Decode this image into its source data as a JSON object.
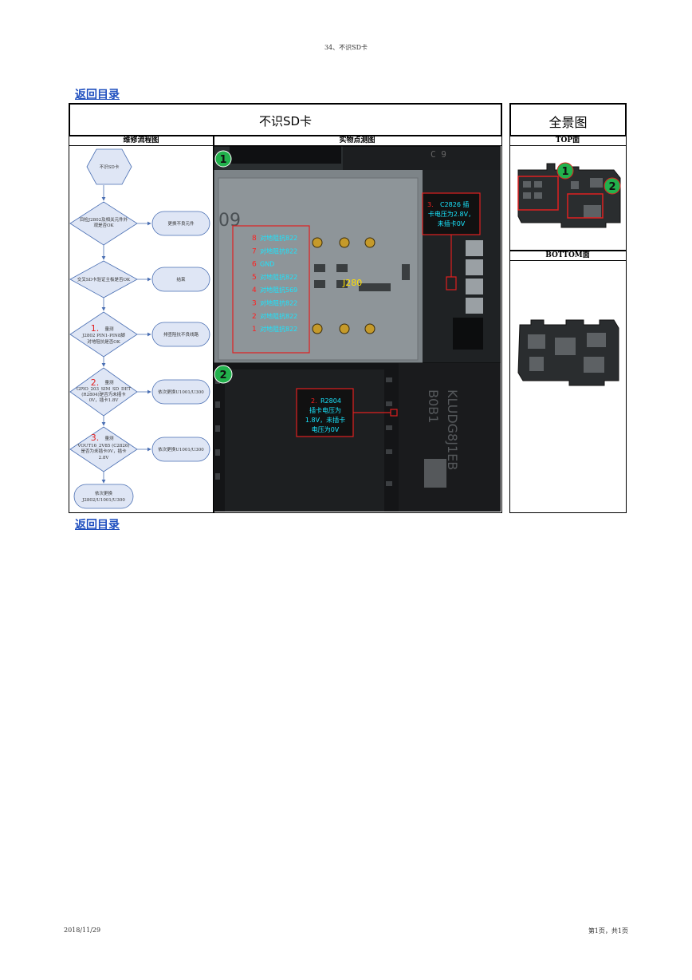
{
  "page": {
    "header": "34、不识SD卡",
    "back_link_top": "返回目录",
    "back_link_bottom": "返回目录",
    "footer_date": "2018/11/29",
    "footer_page": "第1页，共1页"
  },
  "table": {
    "main_title": "不识SD卡",
    "overview_title": "全景图",
    "flow_header": "维修流程图",
    "photo_header": "实物点测图",
    "top_header": "TOP面",
    "bottom_header": "BOTTOM面"
  },
  "flow": {
    "start": "不识SD卡",
    "q1": [
      "目检J2802及相关元件外",
      "观是否OK"
    ],
    "a1": "更换不良元件",
    "q2": "交叉SD卡验证主板是否OK",
    "a2": "结束",
    "q3_num": "1.",
    "q3": [
      "量测",
      "J2802 PIN1-PIN8脚",
      "对地阻抗是否OK"
    ],
    "a3": "排查阻抗不良线路",
    "q4_num": "2.",
    "q4": [
      "量测",
      "GPIO_203_SIM_SD_DET",
      "(R2804)是否为未插卡",
      "0V，插卡1.8V"
    ],
    "a4": "依次更换U1001/U300",
    "q5_num": "3.",
    "q5": [
      "量测",
      "VOUT16_2V85 (C2826)",
      "是否为未插卡0V，插卡",
      "2.8V"
    ],
    "a5": "依次更换U1001/U300",
    "end": [
      "依次更换",
      "J2802/U1001/U300"
    ]
  },
  "photo": {
    "marker1": "1",
    "marker2": "2",
    "j_label": "J280",
    "pins": [
      {
        "n": "8",
        "t": "对地阻抗822"
      },
      {
        "n": "7",
        "t": "对地阻抗822"
      },
      {
        "n": "6",
        "t": "GND"
      },
      {
        "n": "5",
        "t": "对地阻抗822"
      },
      {
        "n": "4",
        "t": "对地阻抗569"
      },
      {
        "n": "3",
        "t": "对地阻抗822"
      },
      {
        "n": "2",
        "t": "对地阻抗822"
      },
      {
        "n": "1",
        "t": "对地阻抗822"
      }
    ],
    "c_num": "3.",
    "c_lines": [
      "C2826 插",
      "卡电压为2.8V，",
      "未插卡0V"
    ],
    "r_num": "2.",
    "r_lines": [
      "R2804",
      "插卡电压为",
      "1.8V，未插卡",
      "电压为0V"
    ],
    "chip_text": [
      "B0B1",
      "KLUDG8J1EB"
    ],
    "chip_side": "09",
    "top_code": "C 9"
  },
  "overview": {
    "marker1": "1",
    "marker2": "2"
  },
  "colors": {
    "link": "#1f4fbf",
    "flow_fill": "#dfe6f5",
    "flow_stroke": "#4a6fb3",
    "red": "#e02020",
    "cyan": "#19e6ff",
    "marker_green": "#22b14c"
  }
}
